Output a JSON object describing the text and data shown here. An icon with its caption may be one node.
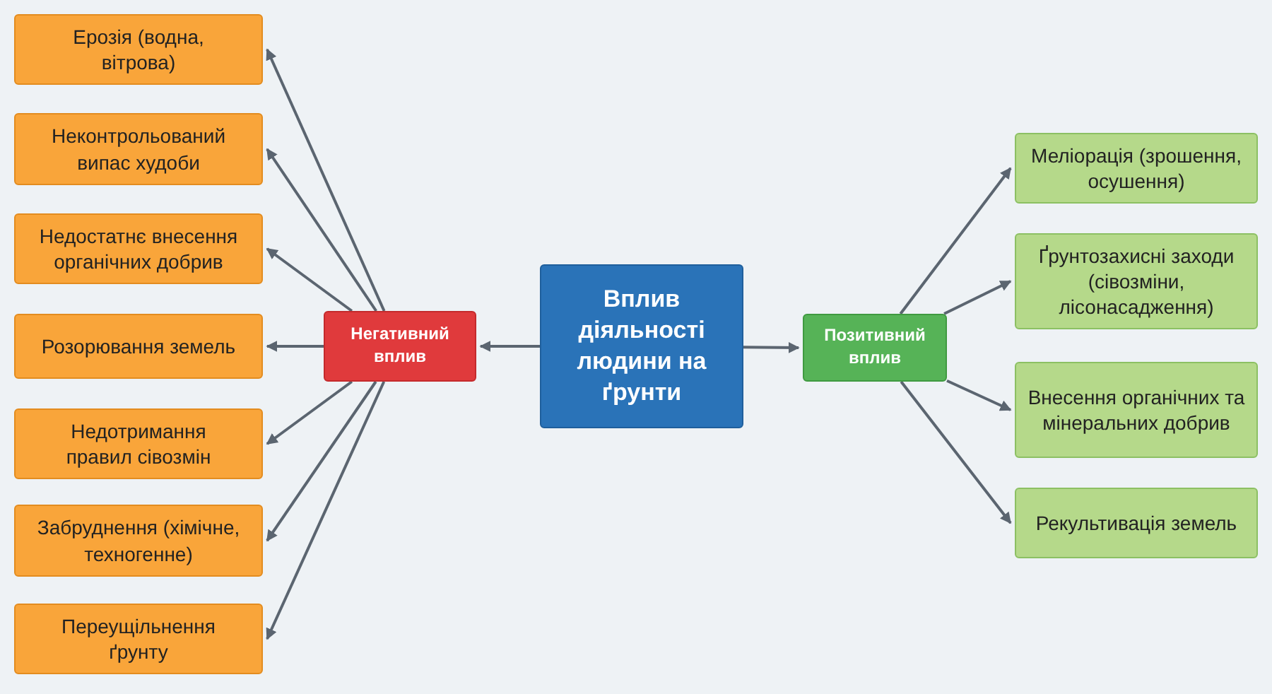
{
  "diagram": {
    "nodes": [
      {
        "text": [
          "Ерозія (водна, вітрова)"
        ]
      },
      {
        "text": [
          "Неконтрольований випас худоби"
        ]
      },
      {
        "text": [
          "Недостатнє внесення органічних добрив"
        ]
      },
      {
        "text": [
          "Розорювання земель"
        ]
      },
      {
        "text": [
          "Недотримання правил сівозмін"
        ]
      },
      {
        "text": [
          "Забруднення (хімічне, техногенне)"
        ]
      },
      {
        "text": [
          "Переущільнення ґрунту"
        ]
      },
      {
        "text": [
          "Негативний вплив"
        ]
      },
      {
        "text": [
          "Вплив діяльності людини на ґрунти"
        ]
      },
      {
        "text": [
          "Позитивний вплив"
        ]
      },
      {
        "text": [
          "Меліорація (зрошення, осушення)"
        ]
      },
      {
        "text": [
          "Ґрунтозахисні заходи (сівозміни, лісонасадження)"
        ]
      },
      {
        "text": [
          "Внесення органічних та мінеральних добрив"
        ]
      },
      {
        "text": [
          "Рекультивація земель"
        ]
      }
    ],
    "edges": [
      {
        "from": 8,
        "to": 7,
        "arrow": "to"
      },
      {
        "from": 8,
        "to": 9,
        "arrow": "to"
      },
      {
        "from": 7,
        "to": 0,
        "arrow": "to"
      },
      {
        "from": 7,
        "to": 1,
        "arrow": "to"
      },
      {
        "from": 7,
        "to": 2,
        "arrow": "to"
      },
      {
        "from": 7,
        "to": 3,
        "arrow": "to"
      },
      {
        "from": 7,
        "to": 4,
        "arrow": "to"
      },
      {
        "from": 7,
        "to": 5,
        "arrow": "to"
      },
      {
        "from": 7,
        "to": 6,
        "arrow": "to"
      },
      {
        "from": 9,
        "to": 10,
        "arrow": "to"
      },
      {
        "from": 9,
        "to": 11,
        "arrow": "to"
      },
      {
        "from": 9,
        "to": 12,
        "arrow": "to"
      },
      {
        "from": 9,
        "to": 13,
        "arrow": "to"
      }
    ]
  }
}
